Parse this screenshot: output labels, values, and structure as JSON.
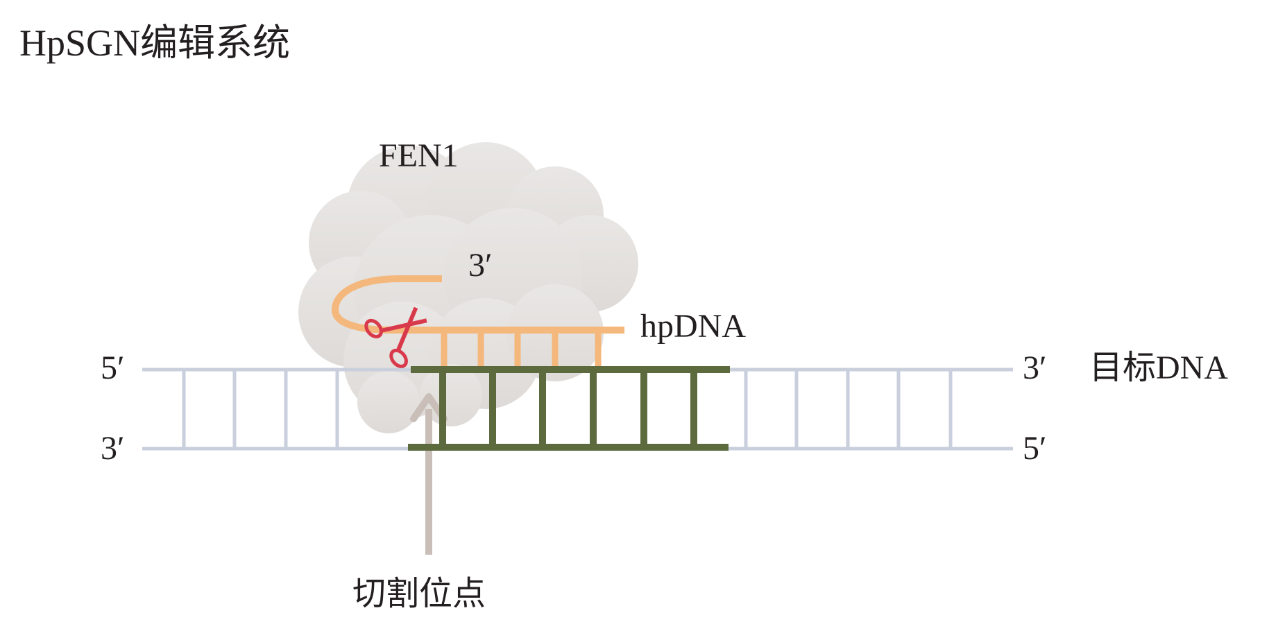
{
  "title": "HpSGN编辑系统",
  "enzyme_label": "FEN1",
  "hpdna_label": "hpDNA",
  "hpdna_end_label": "3′",
  "target_dna_label": "目标DNA",
  "strand_ends": {
    "top_left": "5′",
    "top_right": "3′",
    "bottom_left": "3′",
    "bottom_right": "5′"
  },
  "cut_site_label": "切割位点",
  "colors": {
    "target_dna": "#c9cfdc",
    "bound_region": "#5c6a3e",
    "hpdna": "#f4b77c",
    "fen1_cloud": "#e4e1de",
    "scissors": "#d93a4b",
    "arrow": "#c9bfb8",
    "text": "#231f20"
  },
  "icons": {
    "enzyme": "cloud-shape",
    "cut": "scissors-icon",
    "pointer": "arrow-up-icon"
  }
}
